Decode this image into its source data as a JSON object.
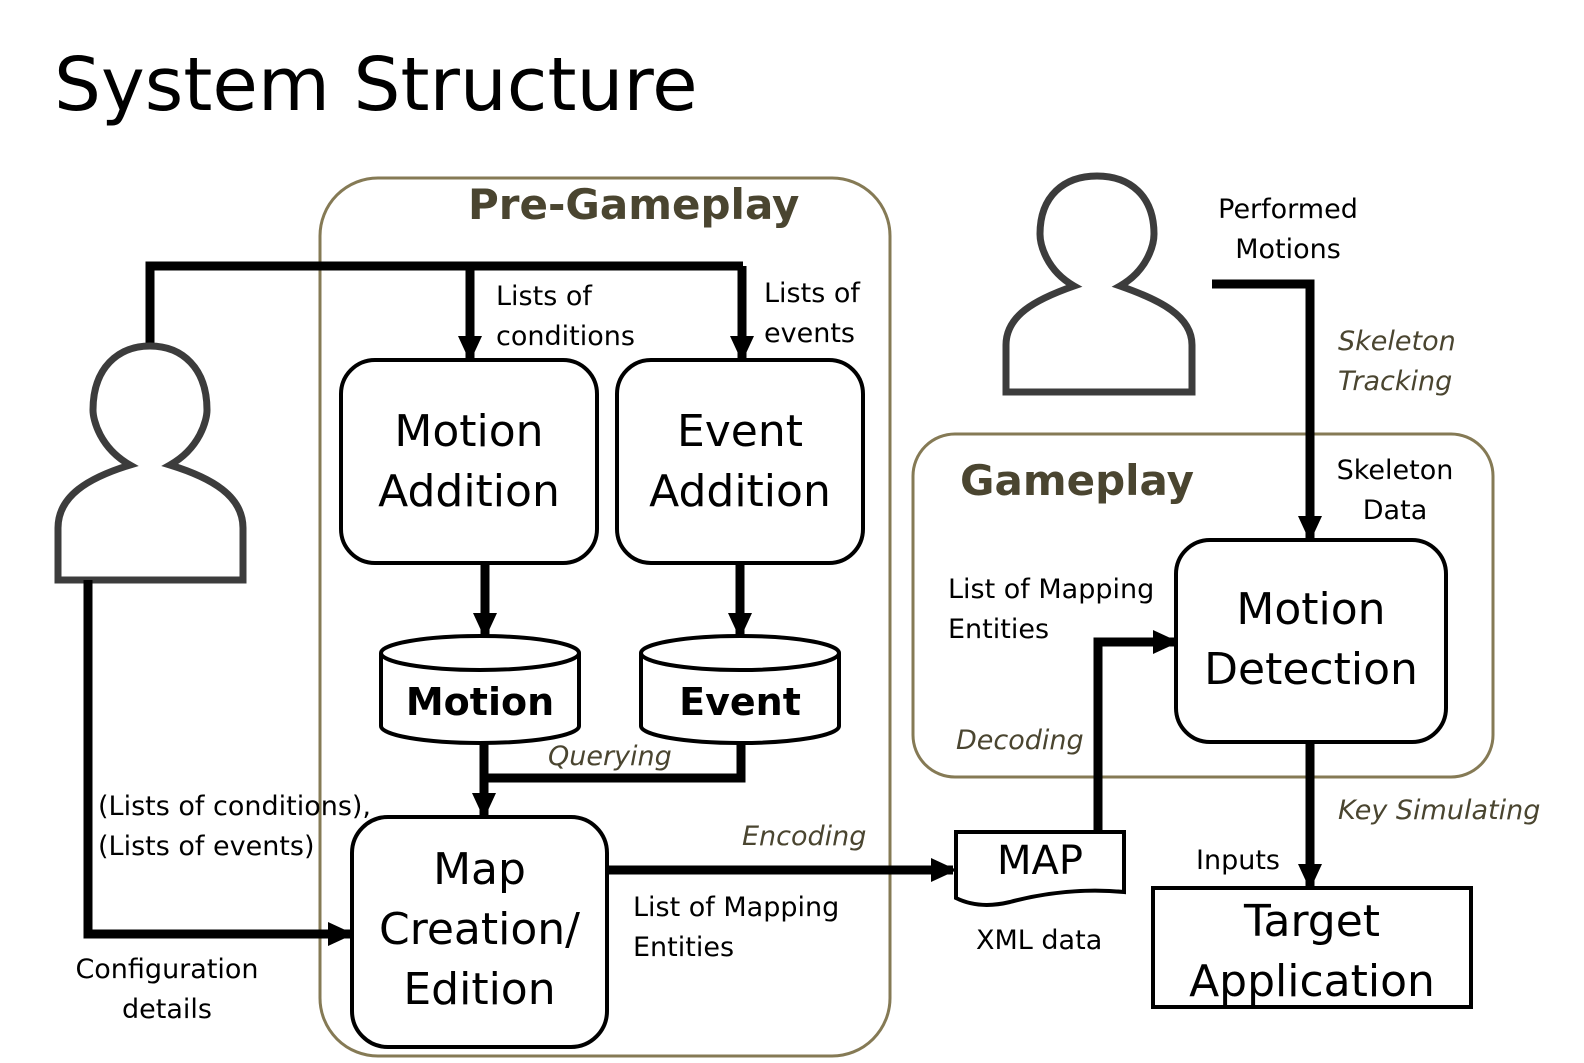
{
  "title": "System Structure",
  "regions": {
    "pregameplay": "Pre-Gameplay",
    "gameplay": "Gameplay"
  },
  "boxes": {
    "motion_addition": "Motion\nAddition",
    "event_addition": "Event\nAddition",
    "map_creation": "Map\nCreation/\nEdition",
    "motion_detection": "Motion\nDetection",
    "target_application": "Target\nApplication"
  },
  "databases": {
    "motion": "Motion",
    "event": "Event"
  },
  "document": {
    "map": "MAP"
  },
  "labels": {
    "lists_of_conditions": "Lists of\nconditions",
    "lists_of_events": "Lists of\nevents",
    "config_lists": "(Lists of conditions),\n(Lists of events)",
    "configuration_details": "Configuration\ndetails",
    "list_of_mapping_entities_bottom": "List of Mapping\nEntities",
    "xml_data": "XML data",
    "performed_motions": "Performed\nMotions",
    "skeleton_data": "Skeleton\nData",
    "list_of_mapping_entities_gameplay": "List of Mapping\nEntities",
    "inputs": "Inputs"
  },
  "process_labels": {
    "querying": "Querying",
    "encoding": "Encoding",
    "decoding": "Decoding",
    "skeleton_tracking": "Skeleton\nTracking",
    "key_simulating": "Key Simulating"
  },
  "colors": {
    "region_border": "#857a55",
    "region_text": "#4a4530",
    "line": "#000000",
    "user_icon": "#3c3c3c"
  },
  "icons": [
    "user-icon",
    "user-icon"
  ]
}
